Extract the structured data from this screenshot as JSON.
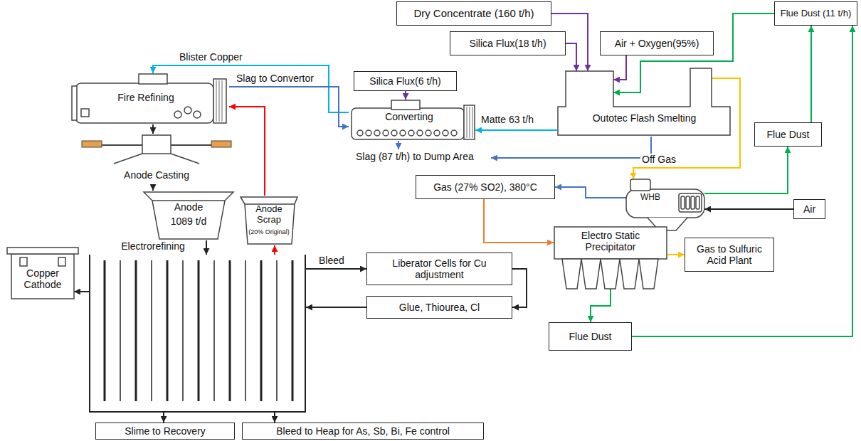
{
  "diagram": {
    "nodes": [
      {
        "text": [
          "Dry Concentrate (160 t/h)"
        ]
      },
      {
        "text": [
          "Flue Dust (11 t/h)"
        ]
      },
      {
        "text": [
          "Silica Flux(18 t/h)"
        ]
      },
      {
        "text": [
          "Air + Oxygen(95%)"
        ]
      },
      {
        "text": [
          "Fire Refining"
        ]
      },
      {
        "text": [
          "Silica Flux(6 t/h)"
        ]
      },
      {
        "text": [
          "Converting"
        ]
      },
      {
        "text": [
          "Outotec Flash Smelting"
        ]
      },
      {
        "text": [
          "Flue Dust"
        ]
      },
      {
        "text": [
          "Anode Casting"
        ]
      },
      {
        "text": [
          "Gas (27% SO2), 380°C"
        ]
      },
      {
        "text": [
          "WHB"
        ]
      },
      {
        "text": [
          "Air"
        ]
      },
      {
        "text": [
          "Anode",
          "1089 t/d"
        ]
      },
      {
        "text": [
          "Anode Scrap",
          "(20% Original)"
        ]
      },
      {
        "text": [
          "Electro Static Precipitator"
        ]
      },
      {
        "text": [
          "Gas to Sulfuric Acid Plant"
        ]
      },
      {
        "text": [
          "Copper Cathode"
        ]
      },
      {
        "text": [
          "Electrorefining"
        ]
      },
      {
        "text": [
          "Liberator Cells for Cu adjustment"
        ]
      },
      {
        "text": [
          "Glue, Thiourea, Cl"
        ]
      },
      {
        "text": [
          "Flue Dust"
        ]
      },
      {
        "text": [
          "Slime to Recovery"
        ]
      },
      {
        "text": [
          "Bleed to Heap for As, Sb, Bi, Fe control"
        ]
      }
    ],
    "edges": [
      {
        "from": 0,
        "to": 7,
        "arrow": "to"
      },
      {
        "from": 2,
        "to": 7,
        "arrow": "to"
      },
      {
        "from": 3,
        "to": 7,
        "arrow": "to"
      },
      {
        "from": 1,
        "to": 7,
        "arrow": "to"
      },
      {
        "from": 8,
        "to": 1,
        "arrow": "to"
      },
      {
        "from": 21,
        "to": 1,
        "arrow": "to"
      },
      {
        "from": 11,
        "to": 8,
        "arrow": "to"
      },
      {
        "from": 7,
        "to": 11,
        "label": "Off Gas",
        "arrow": "to"
      },
      {
        "from": 11,
        "to": 10,
        "arrow": "to"
      },
      {
        "from": 10,
        "to": 15,
        "arrow": "to"
      },
      {
        "from": 15,
        "to": 16,
        "arrow": "to"
      },
      {
        "from": 15,
        "to": 21,
        "arrow": "to"
      },
      {
        "from": 12,
        "to": 11,
        "arrow": "to"
      },
      {
        "from": 7,
        "to": 6,
        "label": "Matte 63 t/h",
        "arrow": "to"
      },
      {
        "from": 5,
        "to": 6,
        "arrow": "to"
      },
      {
        "from": 6,
        "to": 4,
        "label": "Blister Copper",
        "arrow": "to"
      },
      {
        "from": 4,
        "to": 6,
        "label": "Slag to Convertor",
        "arrow": "to"
      },
      {
        "from": 14,
        "to": 4,
        "arrow": "to"
      },
      {
        "from": 18,
        "to": 14,
        "arrow": "to"
      },
      {
        "from": 4,
        "to": 9,
        "arrow": "to"
      },
      {
        "from": 9,
        "to": 13,
        "arrow": "to"
      },
      {
        "from": 13,
        "to": 18,
        "arrow": "to"
      },
      {
        "from": 18,
        "to": 17,
        "arrow": "to"
      },
      {
        "from": 18,
        "to": 19,
        "label": "Bleed",
        "arrow": "to"
      },
      {
        "from": 19,
        "to": 20,
        "arrow": "to"
      },
      {
        "from": 20,
        "to": 18,
        "arrow": "to"
      },
      {
        "from": 18,
        "to": 22,
        "arrow": "to"
      },
      {
        "from": 18,
        "to": 23,
        "arrow": "to"
      }
    ],
    "labels": [
      "Slag (87 t/h) to Dump Area"
    ]
  }
}
